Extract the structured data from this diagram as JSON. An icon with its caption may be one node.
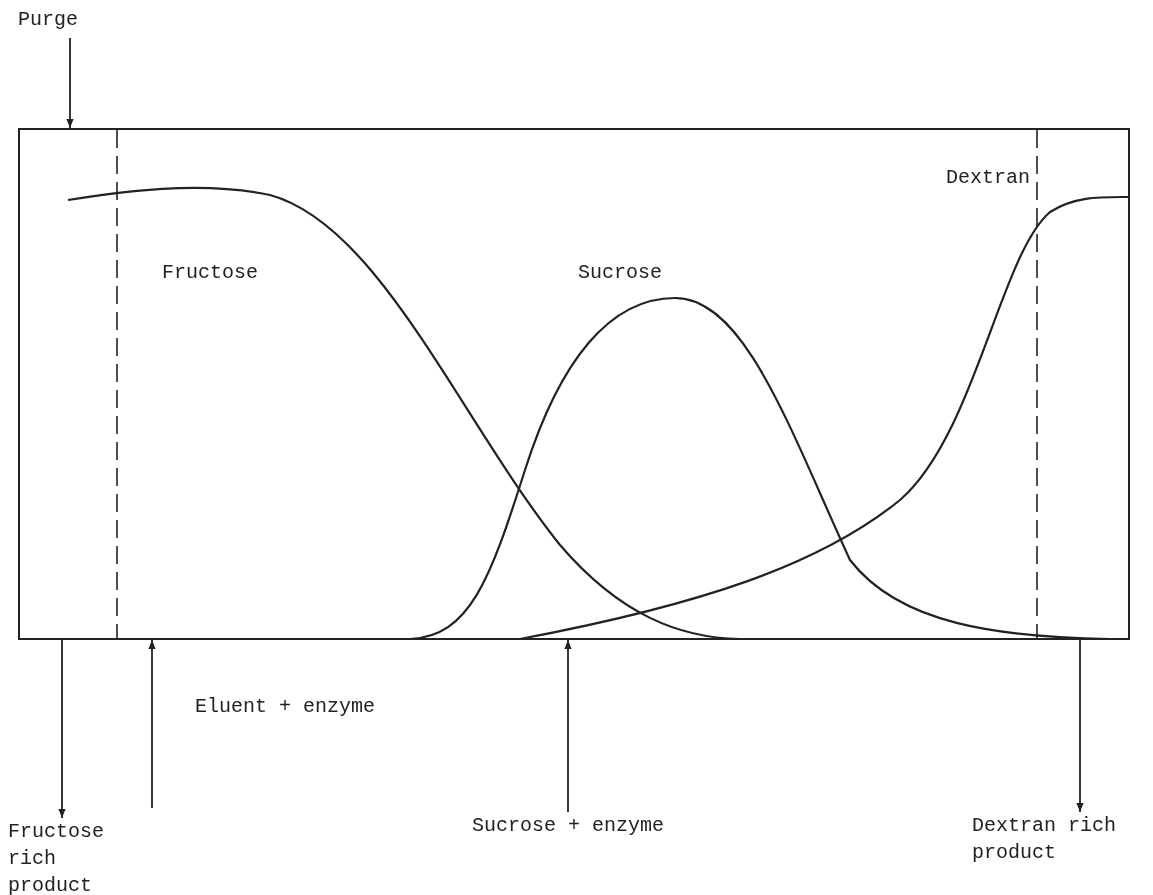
{
  "diagram": {
    "nodes": [
      {
        "text": [
          "Purge"
        ]
      },
      {
        "text": [],
        "shape": "box"
      },
      {
        "text": [
          "Fructose rich product"
        ]
      },
      {
        "text": [
          "Sucrose + enzyme"
        ]
      },
      {
        "text": [
          "Dextran rich product"
        ]
      }
    ],
    "edges": [
      {
        "from": 0,
        "to": 1,
        "arrow": "to"
      },
      {
        "from": 1,
        "to": 2,
        "arrow": "to"
      },
      {
        "from": null,
        "to": 1,
        "arrow": "to",
        "label": "Eluent + enzyme"
      },
      {
        "from": 3,
        "to": 1,
        "arrow": "to"
      },
      {
        "from": 1,
        "to": 4,
        "arrow": "to"
      }
    ],
    "labels": [
      "Dextran",
      "Fructose",
      "Sucrose"
    ]
  }
}
